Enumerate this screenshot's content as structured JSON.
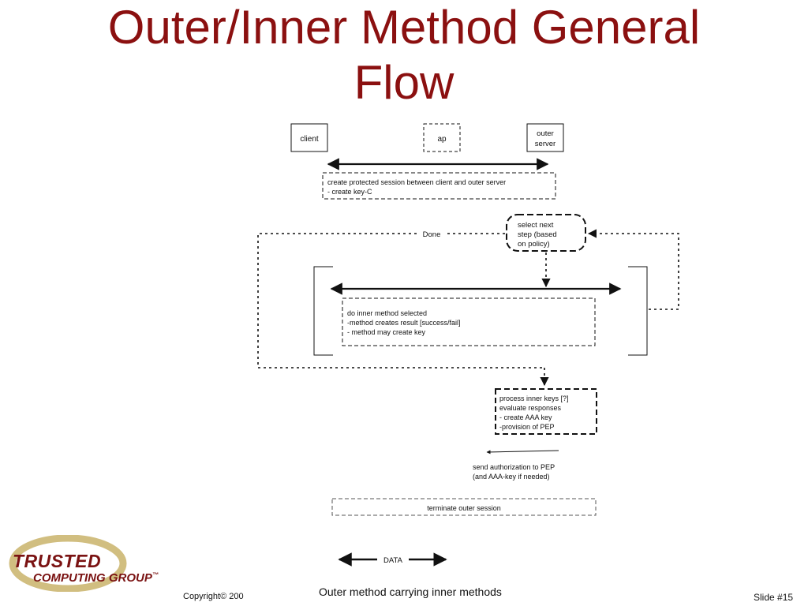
{
  "title": {
    "line1": "Outer/Inner Method General",
    "line2": "Flow"
  },
  "diagram": {
    "actors": {
      "client": "client",
      "ap": "ap",
      "outer_line1": "outer",
      "outer_line2": "server"
    },
    "protected_session": {
      "line1": "create protected session between client and outer server",
      "line2": "- create key-C"
    },
    "select_step": {
      "line1": "select next",
      "line2": "step (based",
      "line3": "on policy)"
    },
    "done_label": "Done",
    "inner_method": {
      "line1": "do inner method selected",
      "line2": "-method creates result [success/fail]",
      "line3": "- method may create key"
    },
    "process_keys": {
      "line1": "process inner keys [?]",
      "line2": "evaluate responses",
      "line3": "- create AAA key",
      "line4": "-provision of PEP"
    },
    "send_auth": {
      "line1": "send  authorization to PEP",
      "line2": "(and AAA-key if needed)"
    },
    "terminate": "terminate outer session",
    "legend_data": "DATA"
  },
  "logo": {
    "line1": "TRUSTED",
    "line2": "COMPUTING GROUP",
    "tm": "™"
  },
  "footer": {
    "copyright": "Copyright© 200",
    "caption": "Outer method carrying inner methods",
    "slide": "Slide #15"
  }
}
